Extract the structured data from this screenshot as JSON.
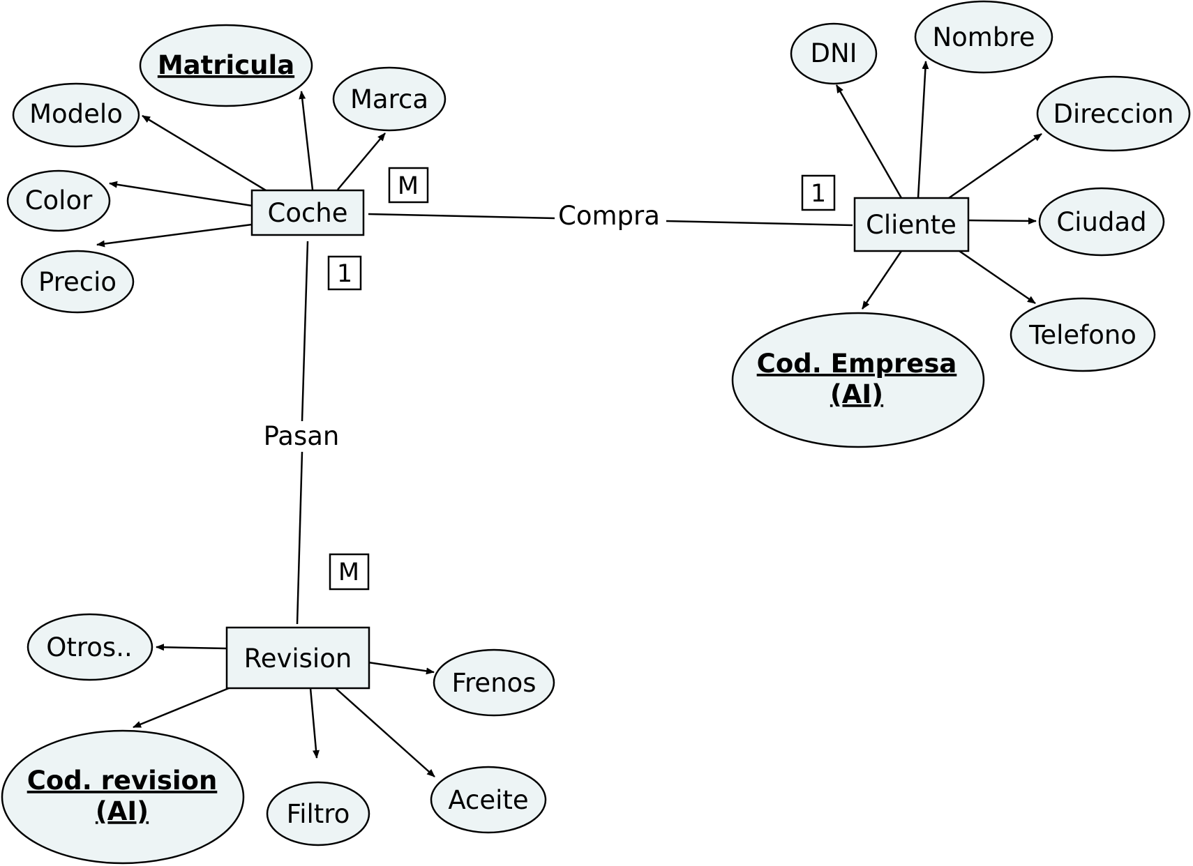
{
  "colors": {
    "node_fill": "#edf4f5",
    "stroke": "#000000",
    "background": "#ffffff"
  },
  "entities": {
    "coche": "Coche",
    "cliente": "Cliente",
    "revision": "Revision"
  },
  "relationships": {
    "compra": "Compra",
    "pasan": "Pasan"
  },
  "cardinalities": {
    "compra_coche": "M",
    "compra_cliente": "1",
    "pasan_coche": "1",
    "pasan_revision": "M"
  },
  "coche_attributes": {
    "matricula": "Matricula",
    "marca": "Marca",
    "modelo": "Modelo",
    "color": "Color",
    "precio": "Precio"
  },
  "cliente_attributes": {
    "dni": "DNI",
    "nombre": "Nombre",
    "direccion": "Direccion",
    "ciudad": "Ciudad",
    "telefono": "Telefono",
    "cod_empresa_line1": "Cod. Empresa",
    "cod_empresa_line2": "(AI)"
  },
  "revision_attributes": {
    "otros": "Otros..",
    "frenos": "Frenos",
    "aceite": "Aceite",
    "filtro": "Filtro",
    "cod_revision_line1": "Cod. revision",
    "cod_revision_line2": "(AI)"
  }
}
